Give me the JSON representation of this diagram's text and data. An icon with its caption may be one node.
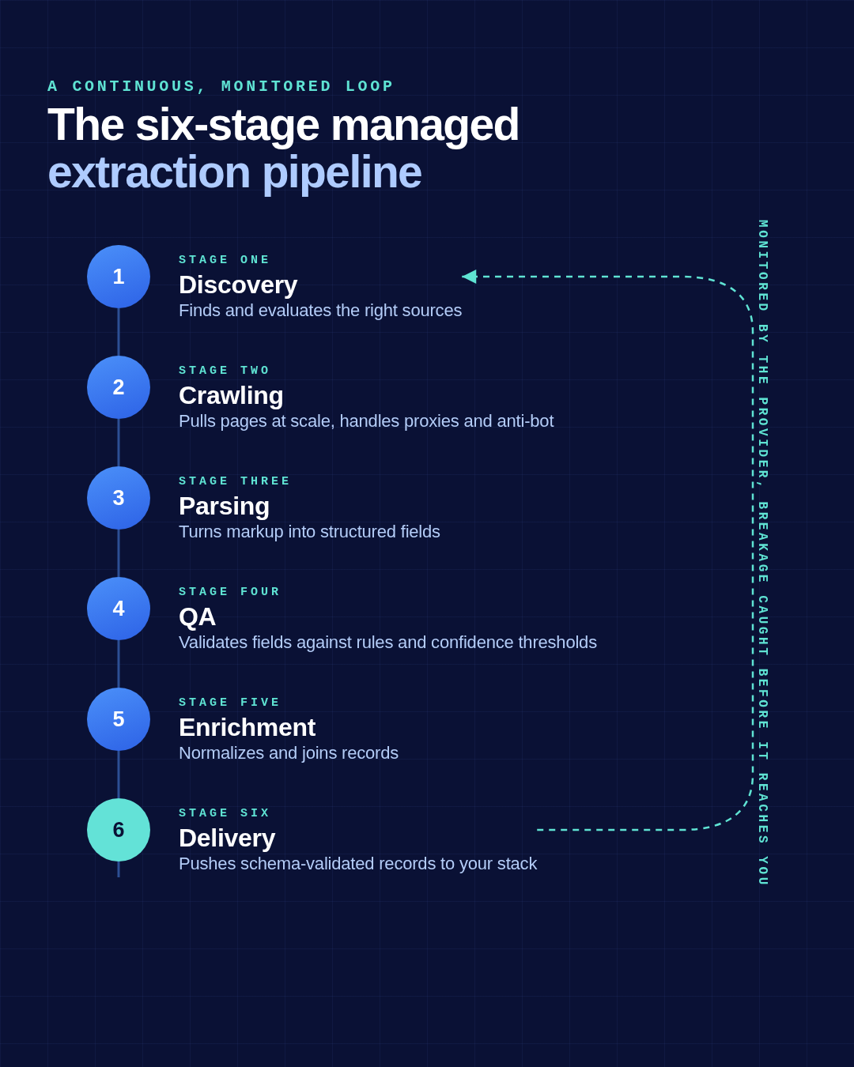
{
  "diagram": {
    "title": "The six-stage managed extraction pipeline",
    "nodes": [
      {
        "text": [
          "1"
        ],
        "beside": [
          "STAGE ONE",
          "Discovery",
          "Finds and evaluates the right sources"
        ]
      },
      {
        "text": [
          "2"
        ],
        "beside": [
          "STAGE TWO",
          "Crawling",
          "Pulls pages at scale, handles proxies and anti-bot"
        ]
      },
      {
        "text": [
          "3"
        ],
        "beside": [
          "STAGE THREE",
          "Parsing",
          "Turns markup into structured fields"
        ]
      },
      {
        "text": [
          "4"
        ],
        "beside": [
          "STAGE FOUR",
          "QA",
          "Validates fields against rules and confidence thresholds"
        ]
      },
      {
        "text": [
          "5"
        ],
        "beside": [
          "STAGE FIVE",
          "Enrichment",
          "Normalizes and joins records"
        ]
      },
      {
        "text": [
          "6"
        ],
        "beside": [
          "STAGE SIX",
          "Delivery",
          "Pushes schema-validated records to your stack"
        ]
      }
    ],
    "edges": [
      {
        "from": 0,
        "to": 1,
        "arrow": "none"
      },
      {
        "from": 1,
        "to": 2,
        "arrow": "none"
      },
      {
        "from": 2,
        "to": 3,
        "arrow": "none"
      },
      {
        "from": 3,
        "to": 4,
        "arrow": "none"
      },
      {
        "from": 4,
        "to": 5,
        "arrow": "none"
      },
      {
        "from": 5,
        "to": null,
        "arrow": "none"
      },
      {
        "from": 5,
        "to": 0,
        "arrow": "to",
        "style": "dashed",
        "color": "#5fe3d3",
        "label": "MONITORED BY THE PROVIDER, BREAKAGE CAUGHT BEFORE IT REACHES YOU"
      }
    ],
    "labels": [
      "A CONTINUOUS, MONITORED LOOP"
    ]
  }
}
